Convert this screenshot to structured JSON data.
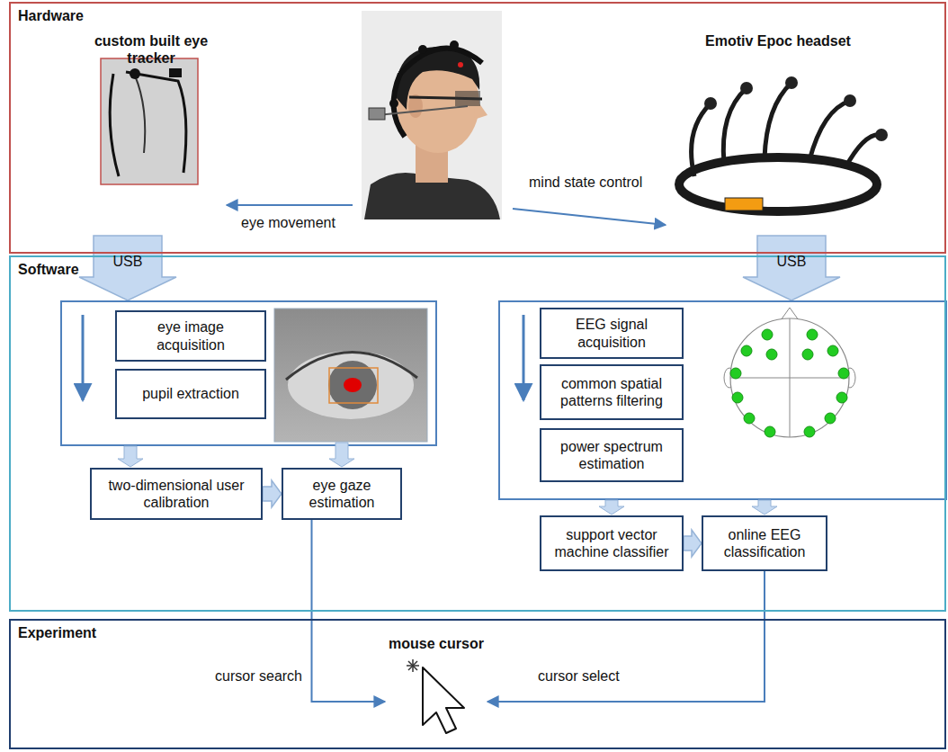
{
  "diagram": {
    "nodes": [
      {
        "text": [
          "Hardware"
        ]
      },
      {
        "text": [
          "custom built eye tracker"
        ],
        "in": 0
      },
      {
        "text": [
          "Emotiv Epoc headset"
        ],
        "in": 0
      },
      {
        "text": [
          "Software"
        ]
      },
      {
        "text": [
          "eye image acquisition"
        ],
        "in": 3
      },
      {
        "text": [
          "pupil extraction"
        ],
        "in": 3
      },
      {
        "text": [
          "EEG signal acquisition"
        ],
        "in": 3
      },
      {
        "text": [
          "common spatial patterns filtering"
        ],
        "in": 3
      },
      {
        "text": [
          "power spectrum estimation"
        ],
        "in": 3
      },
      {
        "text": [
          "two-dimensional user calibration"
        ],
        "in": 3
      },
      {
        "text": [
          "eye gaze estimation"
        ],
        "in": 3
      },
      {
        "text": [
          "support vector machine classifier"
        ],
        "in": 3
      },
      {
        "text": [
          "online EEG classification"
        ],
        "in": 3
      },
      {
        "text": [
          "Experiment"
        ]
      },
      {
        "text": [
          "mouse cursor"
        ],
        "in": 13
      }
    ],
    "edges": [
      {
        "from": 9,
        "to": 10,
        "arrow": "to"
      },
      {
        "from": 11,
        "to": 12,
        "arrow": "to"
      },
      {
        "from": 10,
        "to": 14,
        "label": "cursor search",
        "arrow": "to"
      },
      {
        "from": 12,
        "to": 14,
        "label": "cursor select",
        "arrow": "to"
      }
    ],
    "labels": [
      "eye movement",
      "mind state control",
      "USB",
      "USB"
    ]
  }
}
